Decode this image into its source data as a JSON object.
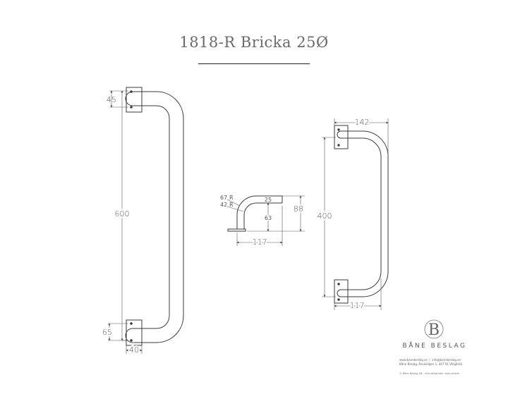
{
  "title": "1818-R Bricka  25Ø",
  "left_view": {
    "dim_top": "45",
    "dim_total": "600",
    "dim_bottom": "65",
    "dim_width": "40"
  },
  "middle_view": {
    "radius_outer": "67",
    "radius_inner": "42",
    "radius_label": "R",
    "dim_top": "25",
    "dim_height": "88",
    "dim_mid": "63",
    "dim_length": "117"
  },
  "right_view": {
    "dim_top": "142",
    "dim_height": "400",
    "dim_bottom": "117"
  },
  "brand": {
    "logo_letter": "B",
    "name": "BÅNE BESLAG",
    "web": "www.banebeslag.se",
    "email": "info@banebeslag.se",
    "address": "Båne Beslag, Åsvävägen 1, 447 91 Vårgårda",
    "copyright": "© Båne Beslag AB – Alla rättigheter reserverade"
  },
  "colors": {
    "line": "#3a3a3a",
    "dim": "#555555"
  }
}
